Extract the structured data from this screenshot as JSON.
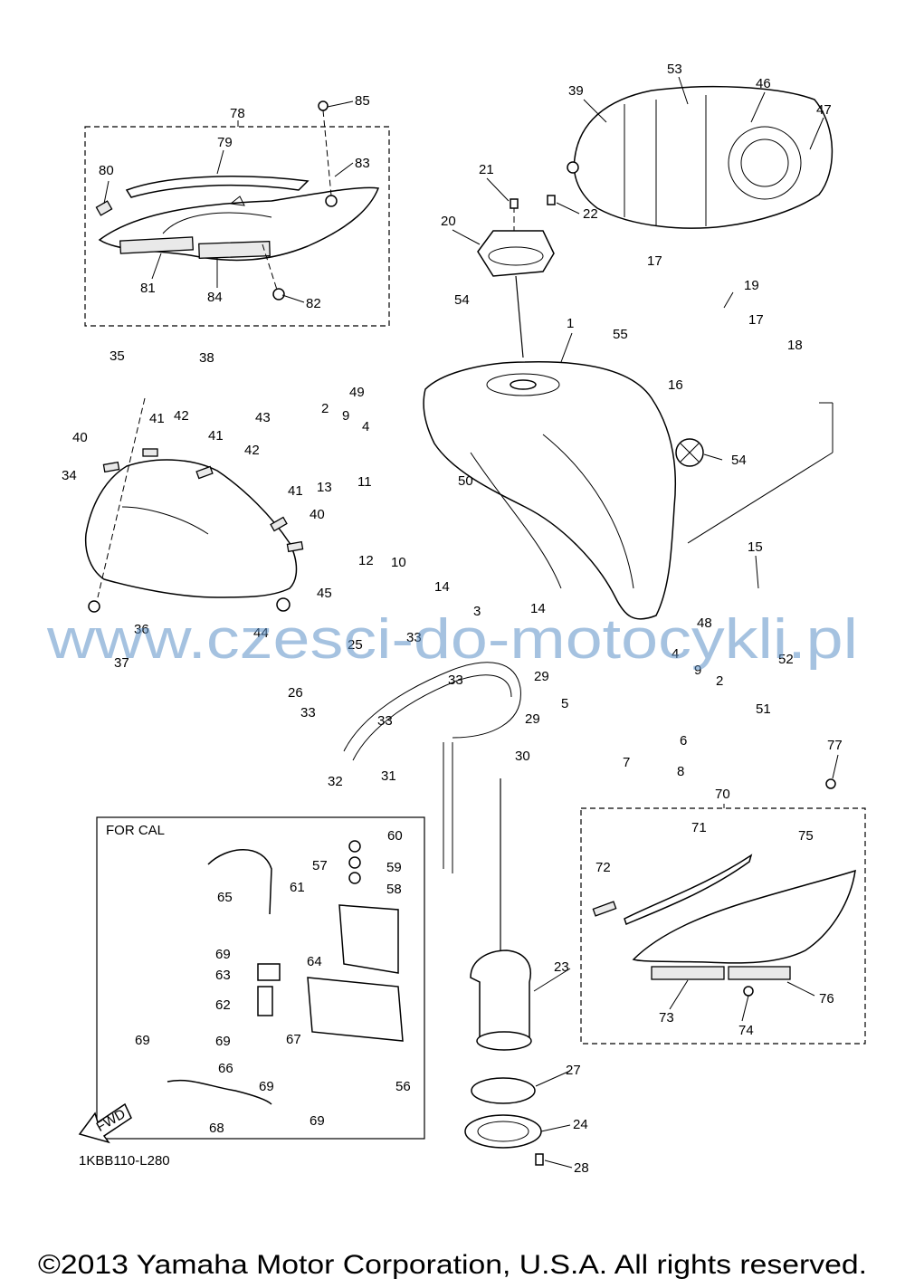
{
  "diagram": {
    "section_label": "FOR CAL",
    "drawing_code": "1KBB110-L280",
    "fwd_label": "FWD",
    "watermark": "www.czesci-do-motocykli.pl",
    "copyright": "©2013 Yamaha Motor Corporation, U.S.A. All rights reserved."
  },
  "callouts": [
    {
      "id": "c1",
      "text": "1"
    },
    {
      "id": "c2a",
      "text": "2"
    },
    {
      "id": "c2b",
      "text": "2"
    },
    {
      "id": "c3",
      "text": "3"
    },
    {
      "id": "c4a",
      "text": "4"
    },
    {
      "id": "c4b",
      "text": "4"
    },
    {
      "id": "c5",
      "text": "5"
    },
    {
      "id": "c6",
      "text": "6"
    },
    {
      "id": "c7",
      "text": "7"
    },
    {
      "id": "c8",
      "text": "8"
    },
    {
      "id": "c9a",
      "text": "9"
    },
    {
      "id": "c9b",
      "text": "9"
    },
    {
      "id": "c10",
      "text": "10"
    },
    {
      "id": "c11",
      "text": "11"
    },
    {
      "id": "c12",
      "text": "12"
    },
    {
      "id": "c13",
      "text": "13"
    },
    {
      "id": "c14a",
      "text": "14"
    },
    {
      "id": "c14b",
      "text": "14"
    },
    {
      "id": "c15",
      "text": "15"
    },
    {
      "id": "c16",
      "text": "16"
    },
    {
      "id": "c17a",
      "text": "17"
    },
    {
      "id": "c17b",
      "text": "17"
    },
    {
      "id": "c18",
      "text": "18"
    },
    {
      "id": "c19",
      "text": "19"
    },
    {
      "id": "c20",
      "text": "20"
    },
    {
      "id": "c21",
      "text": "21"
    },
    {
      "id": "c22",
      "text": "22"
    },
    {
      "id": "c23",
      "text": "23"
    },
    {
      "id": "c24",
      "text": "24"
    },
    {
      "id": "c25",
      "text": "25"
    },
    {
      "id": "c26",
      "text": "26"
    },
    {
      "id": "c27",
      "text": "27"
    },
    {
      "id": "c28",
      "text": "28"
    },
    {
      "id": "c29a",
      "text": "29"
    },
    {
      "id": "c29b",
      "text": "29"
    },
    {
      "id": "c30",
      "text": "30"
    },
    {
      "id": "c31",
      "text": "31"
    },
    {
      "id": "c32",
      "text": "32"
    },
    {
      "id": "c33a",
      "text": "33"
    },
    {
      "id": "c33b",
      "text": "33"
    },
    {
      "id": "c33c",
      "text": "33"
    },
    {
      "id": "c33d",
      "text": "33"
    },
    {
      "id": "c34",
      "text": "34"
    },
    {
      "id": "c35",
      "text": "35"
    },
    {
      "id": "c36",
      "text": "36"
    },
    {
      "id": "c37",
      "text": "37"
    },
    {
      "id": "c38",
      "text": "38"
    },
    {
      "id": "c39",
      "text": "39"
    },
    {
      "id": "c40a",
      "text": "40"
    },
    {
      "id": "c40b",
      "text": "40"
    },
    {
      "id": "c41a",
      "text": "41"
    },
    {
      "id": "c41b",
      "text": "41"
    },
    {
      "id": "c41c",
      "text": "41"
    },
    {
      "id": "c42a",
      "text": "42"
    },
    {
      "id": "c42b",
      "text": "42"
    },
    {
      "id": "c43",
      "text": "43"
    },
    {
      "id": "c44",
      "text": "44"
    },
    {
      "id": "c45",
      "text": "45"
    },
    {
      "id": "c46",
      "text": "46"
    },
    {
      "id": "c47",
      "text": "47"
    },
    {
      "id": "c48",
      "text": "48"
    },
    {
      "id": "c49",
      "text": "49"
    },
    {
      "id": "c50",
      "text": "50"
    },
    {
      "id": "c51",
      "text": "51"
    },
    {
      "id": "c52",
      "text": "52"
    },
    {
      "id": "c53",
      "text": "53"
    },
    {
      "id": "c54a",
      "text": "54"
    },
    {
      "id": "c54b",
      "text": "54"
    },
    {
      "id": "c55",
      "text": "55"
    },
    {
      "id": "c56",
      "text": "56"
    },
    {
      "id": "c57",
      "text": "57"
    },
    {
      "id": "c58",
      "text": "58"
    },
    {
      "id": "c59",
      "text": "59"
    },
    {
      "id": "c60",
      "text": "60"
    },
    {
      "id": "c61",
      "text": "61"
    },
    {
      "id": "c62",
      "text": "62"
    },
    {
      "id": "c63",
      "text": "63"
    },
    {
      "id": "c64",
      "text": "64"
    },
    {
      "id": "c65",
      "text": "65"
    },
    {
      "id": "c66",
      "text": "66"
    },
    {
      "id": "c67",
      "text": "67"
    },
    {
      "id": "c68",
      "text": "68"
    },
    {
      "id": "c69a",
      "text": "69"
    },
    {
      "id": "c69b",
      "text": "69"
    },
    {
      "id": "c69c",
      "text": "69"
    },
    {
      "id": "c69d",
      "text": "69"
    },
    {
      "id": "c69e",
      "text": "69"
    },
    {
      "id": "c70",
      "text": "70"
    },
    {
      "id": "c71",
      "text": "71"
    },
    {
      "id": "c72",
      "text": "72"
    },
    {
      "id": "c73",
      "text": "73"
    },
    {
      "id": "c74",
      "text": "74"
    },
    {
      "id": "c75",
      "text": "75"
    },
    {
      "id": "c76",
      "text": "76"
    },
    {
      "id": "c77",
      "text": "77"
    },
    {
      "id": "c78",
      "text": "78"
    },
    {
      "id": "c79",
      "text": "79"
    },
    {
      "id": "c80",
      "text": "80"
    },
    {
      "id": "c81",
      "text": "81"
    },
    {
      "id": "c82",
      "text": "82"
    },
    {
      "id": "c83",
      "text": "83"
    },
    {
      "id": "c84",
      "text": "84"
    },
    {
      "id": "c85",
      "text": "85"
    }
  ]
}
